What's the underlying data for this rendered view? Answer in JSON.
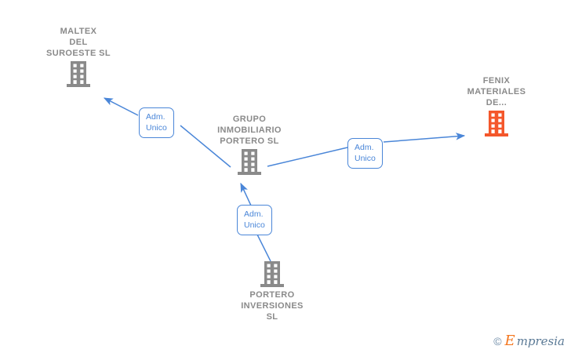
{
  "diagram": {
    "title": "Empresia corporate relationship graph",
    "colors": {
      "node_grey": "#8a8a8a",
      "node_highlight_orange": "#f4572b",
      "edge_blue": "#4a86d8",
      "background": "#ffffff"
    },
    "nodes": [
      {
        "id": "maltex",
        "label": "MALTEX\nDEL\nSUROESTE SL",
        "icon": "office-building-icon",
        "color": "#8a8a8a",
        "label_position": "above"
      },
      {
        "id": "grupo-inmobiliario-portero",
        "label": "GRUPO\nINMOBILIARIO\nPORTERO  SL",
        "icon": "office-building-icon",
        "color": "#8a8a8a",
        "label_position": "above"
      },
      {
        "id": "fenix-materiales",
        "label": "FENIX\nMATERIALES\nDE...",
        "icon": "office-building-icon",
        "color": "#f4572b",
        "label_position": "above"
      },
      {
        "id": "portero-inversiones",
        "label": "PORTERO\nINVERSIONES\nSL",
        "icon": "office-building-icon",
        "color": "#8a8a8a",
        "label_position": "below"
      }
    ],
    "edges": [
      {
        "id": "edge-grupo-to-maltex",
        "from": "grupo-inmobiliario-portero",
        "to": "maltex",
        "label": "Adm.\nUnico"
      },
      {
        "id": "edge-grupo-to-fenix",
        "from": "grupo-inmobiliario-portero",
        "to": "fenix-materiales",
        "label": "Adm.\nUnico"
      },
      {
        "id": "edge-portero-to-grupo",
        "from": "portero-inversiones",
        "to": "grupo-inmobiliario-portero",
        "label": "Adm.\nUnico"
      }
    ]
  },
  "watermark": {
    "copyright": "©",
    "brand_initial": "E",
    "brand_rest": "mpresia"
  }
}
